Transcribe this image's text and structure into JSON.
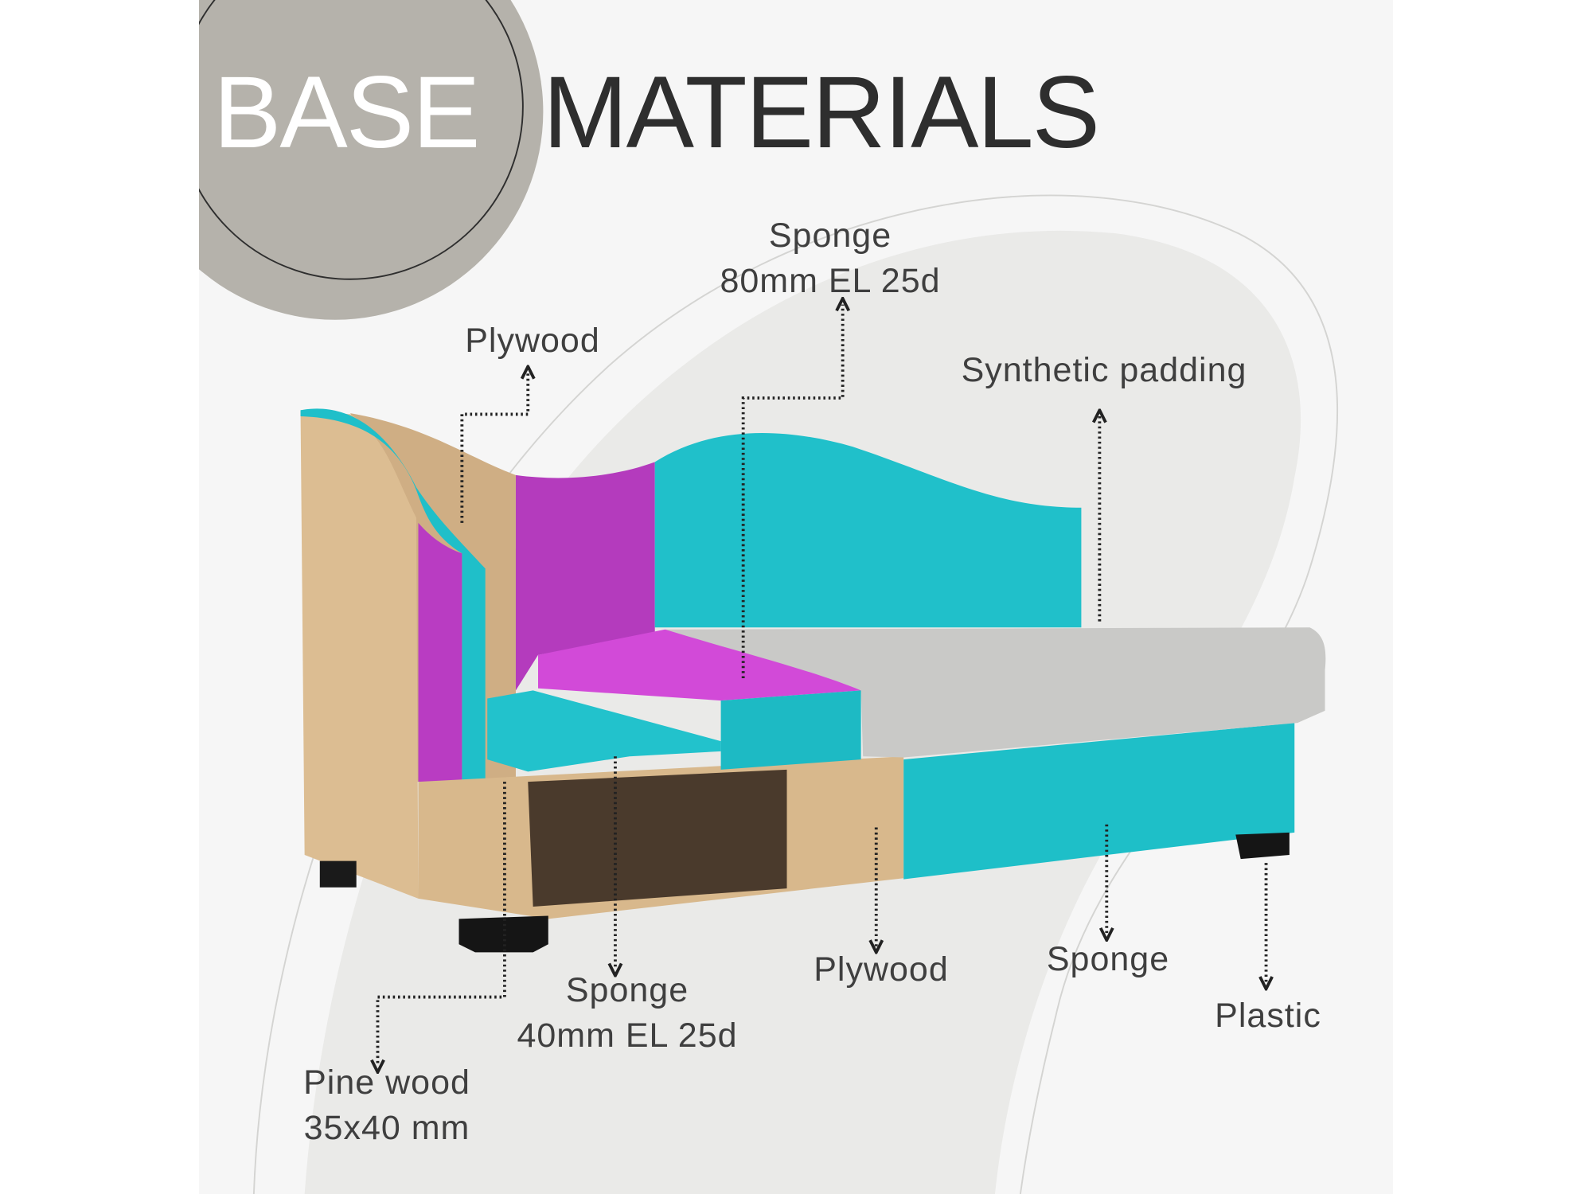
{
  "title": {
    "word1": "BASE",
    "word2": "MATERIALS"
  },
  "labels": {
    "sponge_back": {
      "line1": "Sponge",
      "line2": "80mm EL 25d"
    },
    "plywood_arm": "Plywood",
    "synthetic_padding": "Synthetic padding",
    "sponge_seat": {
      "line1": "Sponge",
      "line2": "40mm EL 25d"
    },
    "plywood_base": "Plywood",
    "sponge_front": "Sponge",
    "plastic_legs": "Plastic",
    "pine_wood": {
      "line1": "Pine wood",
      "line2": "35x40 mm"
    }
  },
  "colors": {
    "teal": "#1fbfc9",
    "magenta": "#c43fcc",
    "wood": "#dcbd92",
    "padding": "#c9c9c7",
    "badge": "#b5b2ab",
    "background": "#f6f6f6"
  }
}
